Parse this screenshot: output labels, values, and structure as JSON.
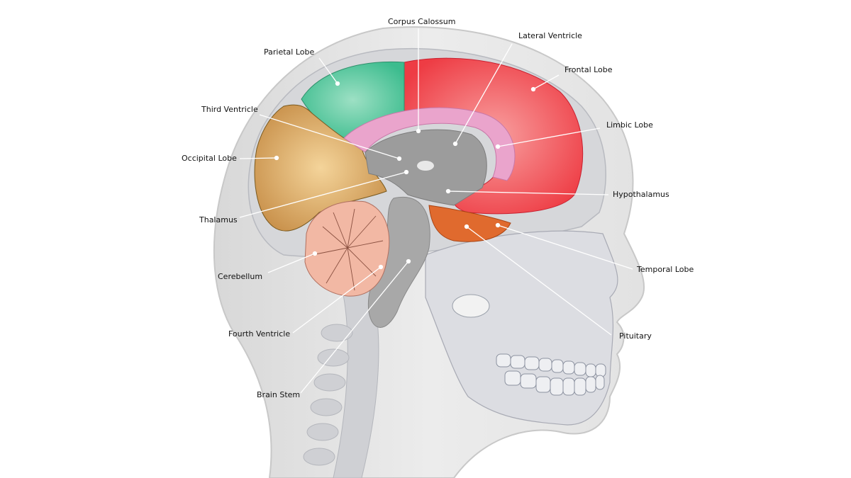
{
  "diagram": {
    "subject": "Sagittal cross-section of the human head showing brain anatomy",
    "labels": [
      {
        "id": "corpus-calossum",
        "text": "Corpus Calossum"
      },
      {
        "id": "lateral-ventricle",
        "text": "Lateral Ventricle"
      },
      {
        "id": "parietal-lobe",
        "text": "Parietal Lobe"
      },
      {
        "id": "frontal-lobe",
        "text": "Frontal Lobe"
      },
      {
        "id": "third-ventricle",
        "text": "Third Ventricle"
      },
      {
        "id": "limbic-lobe",
        "text": "Limbic Lobe"
      },
      {
        "id": "occipital-lobe",
        "text": "Occipital Lobe"
      },
      {
        "id": "hypothalamus",
        "text": "Hypothalamus"
      },
      {
        "id": "thalamus",
        "text": "Thalamus"
      },
      {
        "id": "temporal-lobe",
        "text": "Temporal Lobe"
      },
      {
        "id": "cerebellum",
        "text": "Cerebellum"
      },
      {
        "id": "pituitary",
        "text": "Pituitary"
      },
      {
        "id": "fourth-ventricle",
        "text": "Fourth Ventricle"
      },
      {
        "id": "brain-stem",
        "text": "Brain Stem"
      }
    ],
    "colors": {
      "head": "#e6e6e6",
      "skull": "#d4d6da",
      "frontal": "#f0484e",
      "parietal": "#4fc79b",
      "occipital": "#d9a35a",
      "limbic": "#e8a0c8",
      "temporal": "#e06a2e",
      "cerebellum": "#f2b8a4",
      "core": "#9a9a9a",
      "leader": "#ffffff"
    }
  }
}
